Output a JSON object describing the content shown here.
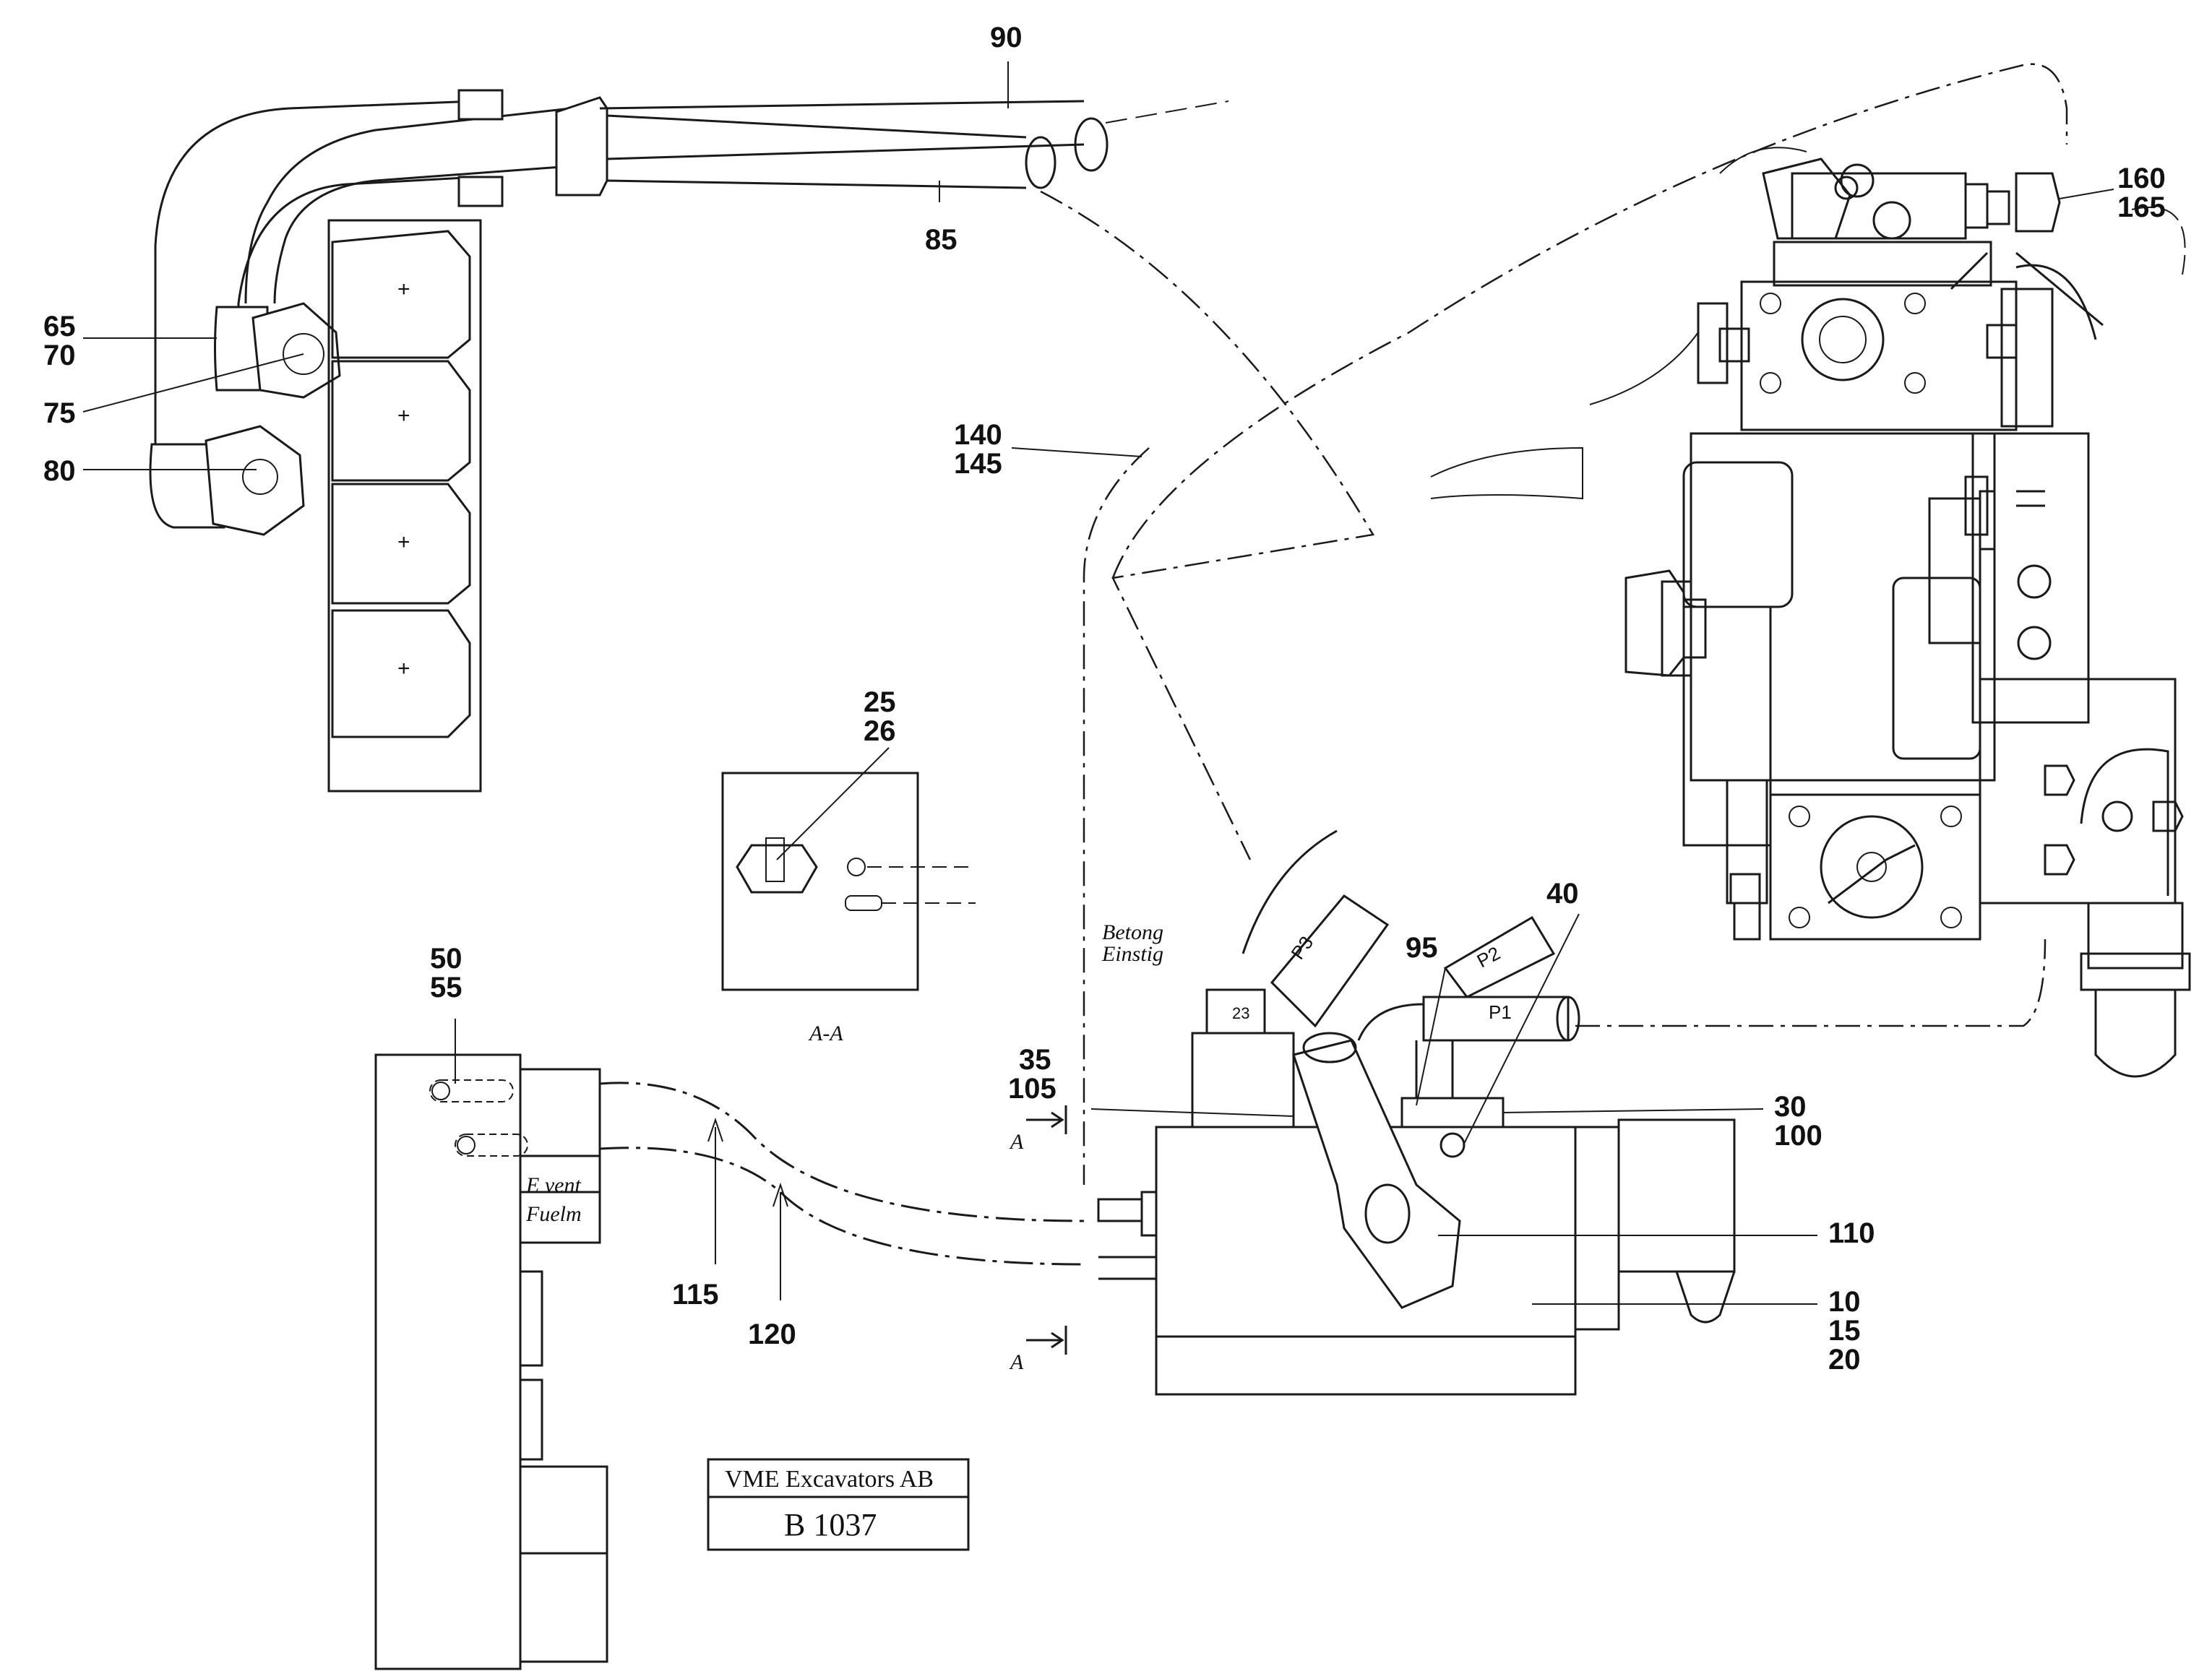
{
  "title_block": {
    "company": "VME Excavators AB",
    "drawing_no": "B 1037"
  },
  "section_label": "A-A",
  "section_marks": [
    "A",
    "A"
  ],
  "hose_tags": [
    "P1",
    "P2",
    "P3"
  ],
  "connector_tag": "23",
  "callouts": {
    "c90": "90",
    "c85": "85",
    "c65": "65",
    "c70": "70",
    "c75": "75",
    "c80": "80",
    "c140": "140",
    "c145": "145",
    "c160": "160",
    "c165": "165",
    "c25": "25",
    "c26": "26",
    "c50": "50",
    "c55": "55",
    "c35": "35",
    "c105": "105",
    "c95": "95",
    "c40": "40",
    "c30": "30",
    "c100": "100",
    "c110": "110",
    "c10": "10",
    "c15": "15",
    "c20": "20",
    "c115": "115",
    "c120": "120"
  }
}
